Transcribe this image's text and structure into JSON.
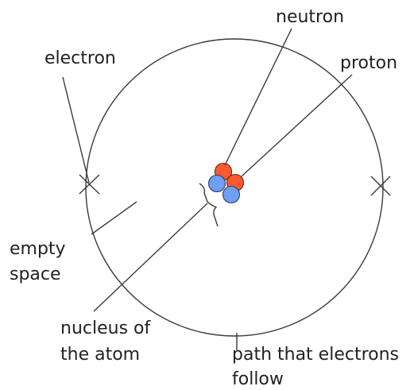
{
  "labels": {
    "neutron": "neutron",
    "proton": "proton",
    "electron": "electron",
    "empty_space_line1": "empty",
    "empty_space_line2": "space",
    "nucleus_line1": "nucleus of",
    "nucleus_line2": "the atom",
    "path_line1": "path that electrons",
    "path_line2": "follow"
  },
  "colors": {
    "neutron": "#ff5a2e",
    "proton": "#6f9ff2",
    "line": "#3a3a3a",
    "text": "#222222"
  }
}
